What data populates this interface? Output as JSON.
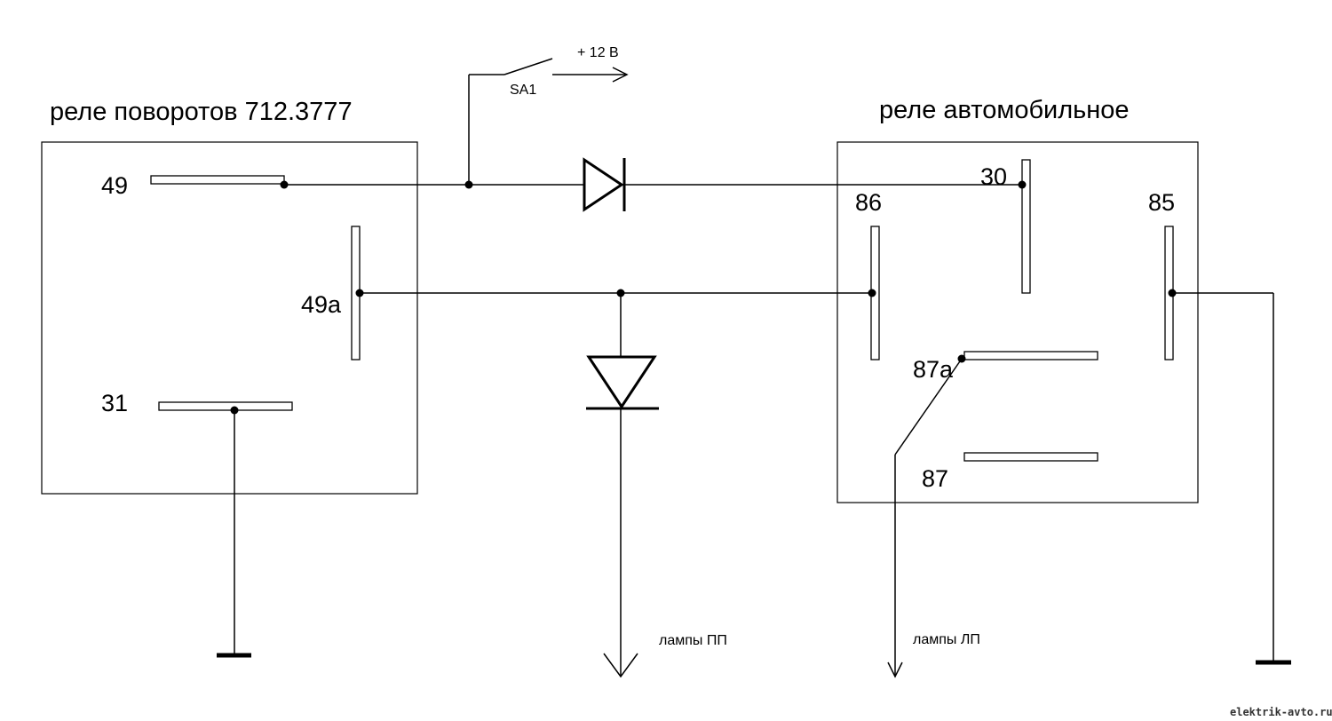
{
  "labels": {
    "turn_relay_title": "реле поворотов 712.3777",
    "auto_relay_title": "реле автомобильное",
    "supply": "+ 12 В",
    "switch": "SA1",
    "lamps_right": "лампы ПП",
    "lamps_left": "лампы ЛП",
    "watermark": "elektrik-avto.ru"
  },
  "turn_relay_pins": {
    "p49": "49",
    "p49a": "49а",
    "p31": "31"
  },
  "auto_relay_pins": {
    "p30": "30",
    "p86": "86",
    "p85": "85",
    "p87a": "87а",
    "p87": "87"
  }
}
